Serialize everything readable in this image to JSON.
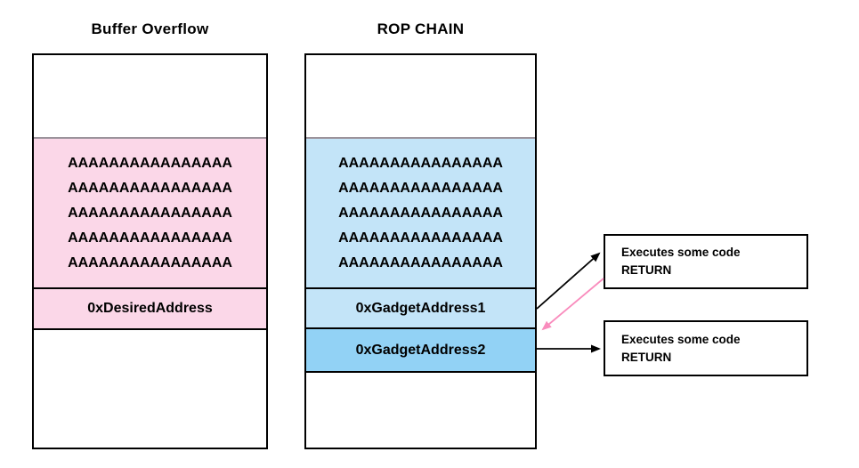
{
  "colors": {
    "bg": "#ffffff",
    "ink": "#000000",
    "pink-fill": "#fbd7e8",
    "blue-fill": "#c3e4f8",
    "blue-strong": "#92d2f5",
    "gray-border": "#9b939b",
    "arrow-pink": "#f98cbd"
  },
  "buffer_overflow": {
    "title": "Buffer Overflow",
    "fill_rows": [
      "AAAAAAAAAAAAAAAA",
      "AAAAAAAAAAAAAAAA",
      "AAAAAAAAAAAAAAAA",
      "AAAAAAAAAAAAAAAA",
      "AAAAAAAAAAAAAAAA"
    ],
    "address": "0xDesiredAddress"
  },
  "rop_chain": {
    "title": "ROP CHAIN",
    "fill_rows": [
      "AAAAAAAAAAAAAAAA",
      "AAAAAAAAAAAAAAAA",
      "AAAAAAAAAAAAAAAA",
      "AAAAAAAAAAAAAAAA",
      "AAAAAAAAAAAAAAAA"
    ],
    "gadget1": "0xGadgetAddress1",
    "gadget2": "0xGadgetAddress2"
  },
  "gadget_boxes": [
    {
      "line1": "Executes some code",
      "line2": "RETURN"
    },
    {
      "line1": "Executes some code",
      "line2": "RETURN"
    }
  ]
}
